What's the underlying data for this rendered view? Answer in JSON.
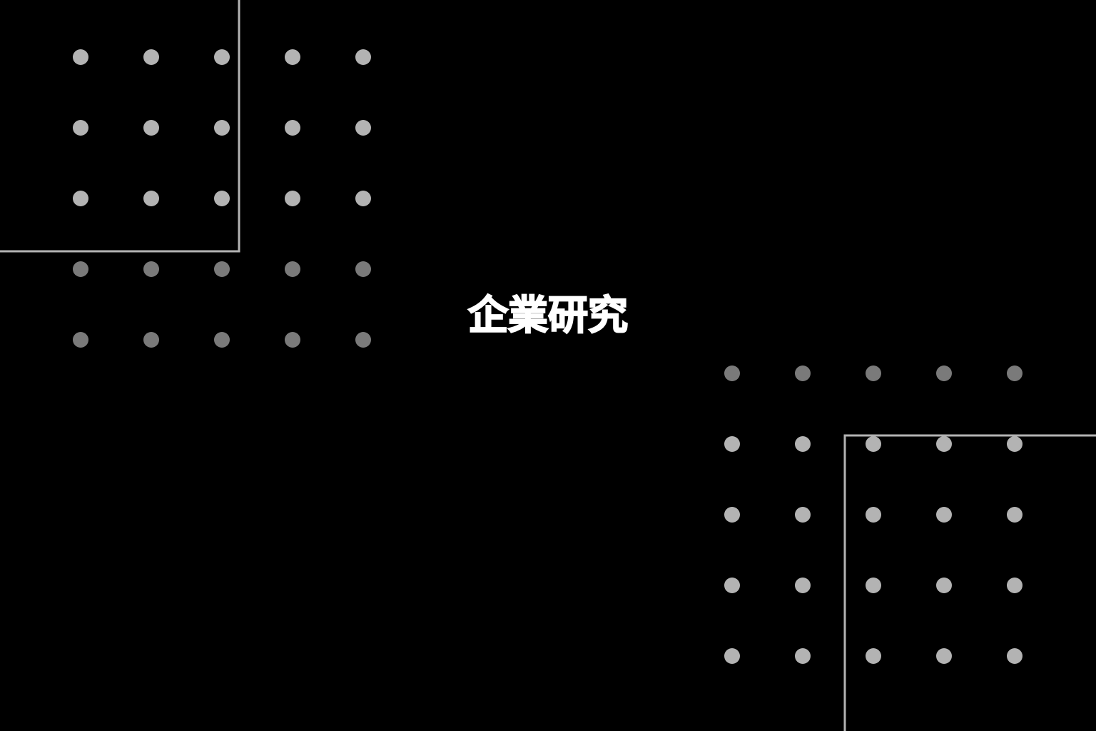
{
  "title": "企業研究",
  "colors": {
    "background": "#000000",
    "text": "#ffffff",
    "frame_line": "#b3b3b3",
    "dot_light": "#b3b3b3",
    "dot_dim": "#7a7a7a"
  },
  "decorations": {
    "top_left": {
      "pattern": "dot-grid",
      "rows": 5,
      "cols": 5,
      "dim_rows": [
        3,
        4
      ]
    },
    "bottom_right": {
      "pattern": "dot-grid",
      "rows": 5,
      "cols": 5,
      "dim_rows": [
        0
      ]
    }
  }
}
